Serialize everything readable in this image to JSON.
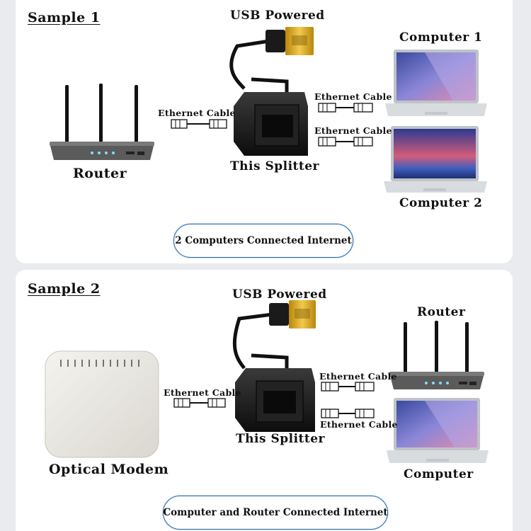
{
  "sample1": {
    "heading": "Sample 1",
    "usb_label": "USB Powered",
    "router_label": "Router",
    "splitter_label": "This Splitter",
    "computer1_label": "Computer 1",
    "computer2_label": "Computer 2",
    "ethernet_left": "Ethernet Cable",
    "ethernet_right_top": "Ethernet Cable",
    "ethernet_right_bottom": "Ethernet Cable",
    "caption": "2 Computers Connected Internet"
  },
  "sample2": {
    "heading": "Sample 2",
    "usb_label": "USB Powered",
    "modem_label": "Optical Modem",
    "splitter_label": "This Splitter",
    "router_label": "Router",
    "computer_label": "Computer",
    "ethernet_left": "Ethernet Cable",
    "ethernet_right_top": "Ethernet Cable",
    "ethernet_right_bottom": "Ethernet Cable",
    "caption": "Computer and Router Connected Internet"
  },
  "colors": {
    "caption_border": "#2b6cb0",
    "usb_gold": "#d4a017",
    "splitter": "#1a1a1a"
  }
}
